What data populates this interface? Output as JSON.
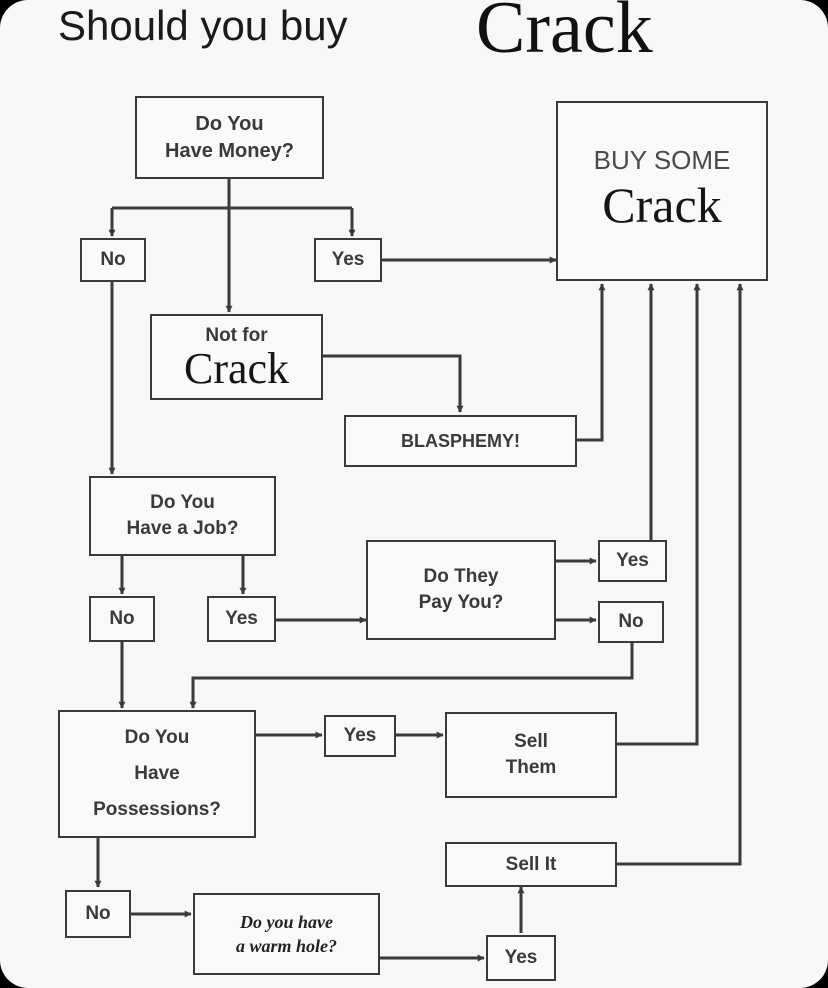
{
  "title": {
    "prefix": "Should you buy",
    "emphasis": "Crack"
  },
  "nodes": {
    "have_money": {
      "line1": "Do You",
      "line2": "Have Money?"
    },
    "money_no": {
      "label": "No"
    },
    "money_yes": {
      "label": "Yes"
    },
    "buy_some": {
      "line1": "BUY SOME",
      "line2": "Crack"
    },
    "not_for": {
      "line1": "Not for",
      "line2": "Crack"
    },
    "blasphemy": {
      "label": "BLASPHEMY!"
    },
    "have_job": {
      "line1": "Do You",
      "line2": "Have a Job?"
    },
    "job_no": {
      "label": "No"
    },
    "job_yes": {
      "label": "Yes"
    },
    "pay_you": {
      "line1": "Do They",
      "line2": "Pay You?"
    },
    "pay_yes": {
      "label": "Yes"
    },
    "pay_no": {
      "label": "No"
    },
    "possessions": {
      "line1": "Do You",
      "line2": "Have",
      "line3": "Possessions?"
    },
    "poss_yes": {
      "label": "Yes"
    },
    "sell_them": {
      "line1": "Sell",
      "line2": "Them"
    },
    "poss_no": {
      "label": "No"
    },
    "warm_hole": {
      "line1": "Do you have",
      "line2": "a warm hole?"
    },
    "hole_yes": {
      "label": "Yes"
    },
    "sell_it": {
      "label": "Sell It"
    }
  },
  "colors": {
    "ink": "#3a3a3a",
    "background": "#f7f7f7"
  }
}
